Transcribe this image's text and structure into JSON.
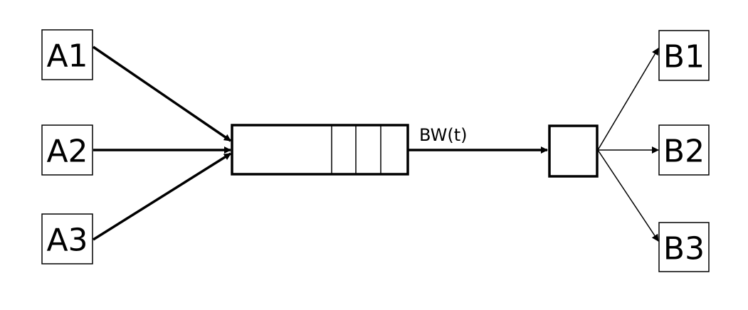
{
  "sources": [
    {
      "id": "a1",
      "label": "A1"
    },
    {
      "id": "a2",
      "label": "A2"
    },
    {
      "id": "a3",
      "label": "A3"
    }
  ],
  "destinations": [
    {
      "id": "b1",
      "label": "B1"
    },
    {
      "id": "b2",
      "label": "B2"
    },
    {
      "id": "b3",
      "label": "B3"
    }
  ],
  "link": {
    "label": "BW(t)"
  },
  "colors": {
    "stroke": "#000000",
    "background": "#ffffff"
  }
}
